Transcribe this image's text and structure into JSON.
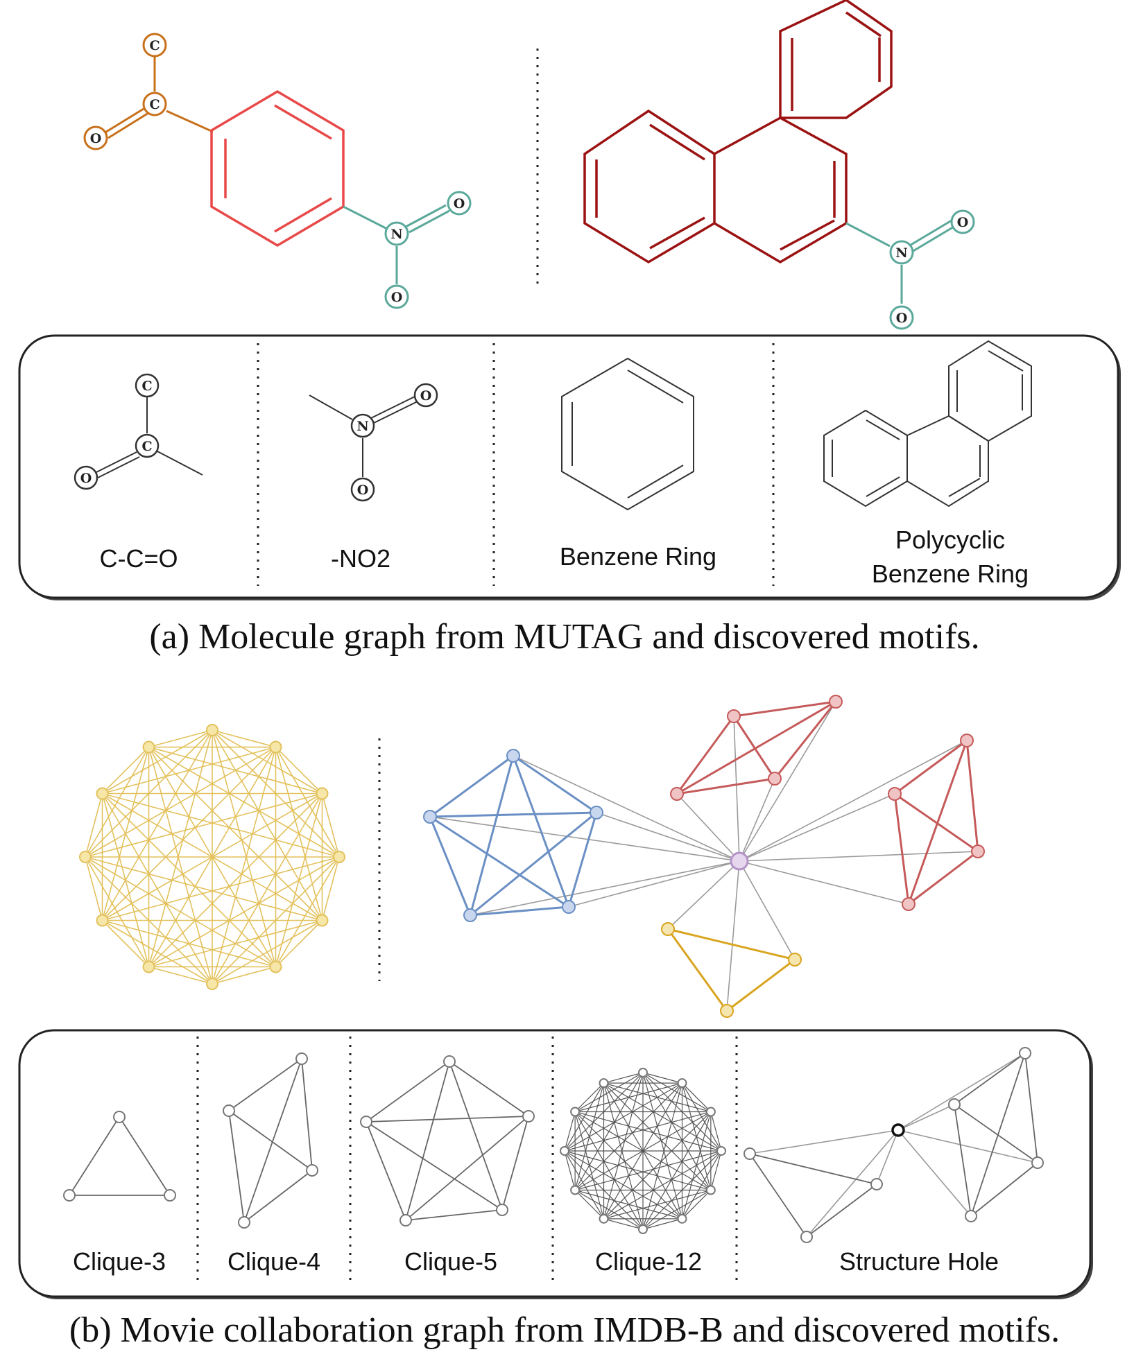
{
  "panel_a": {
    "atoms": {
      "carbon": "C",
      "oxygen": "O",
      "nitrogen": "N"
    },
    "motif_labels": [
      "C-C=O",
      "-NO2",
      "Benzene Ring",
      "Polycyclic",
      "Benzene Ring"
    ],
    "caption": "(a) Molecule graph from MUTAG and discovered motifs.",
    "colors": {
      "carbonyl": "#c8701a",
      "benzene": "#e84848",
      "nitro": "#5aa89a",
      "polycyclic": "#9b1212",
      "motif_gray": "#333333"
    }
  },
  "panel_b": {
    "motif_labels": [
      "Clique-3",
      "Clique-4",
      "Clique-5",
      "Clique-12",
      "Structure Hole"
    ],
    "caption": "(b) Movie collaboration graph from IMDB-B and discovered motifs.",
    "colors": {
      "clique12": "#e3c15c",
      "clique5": "#6a8fc4",
      "clique4": "#c55a5a",
      "clique3": "#d9a41e",
      "hub": "#b493c6",
      "edge_gray": "#9a9a9a"
    }
  }
}
